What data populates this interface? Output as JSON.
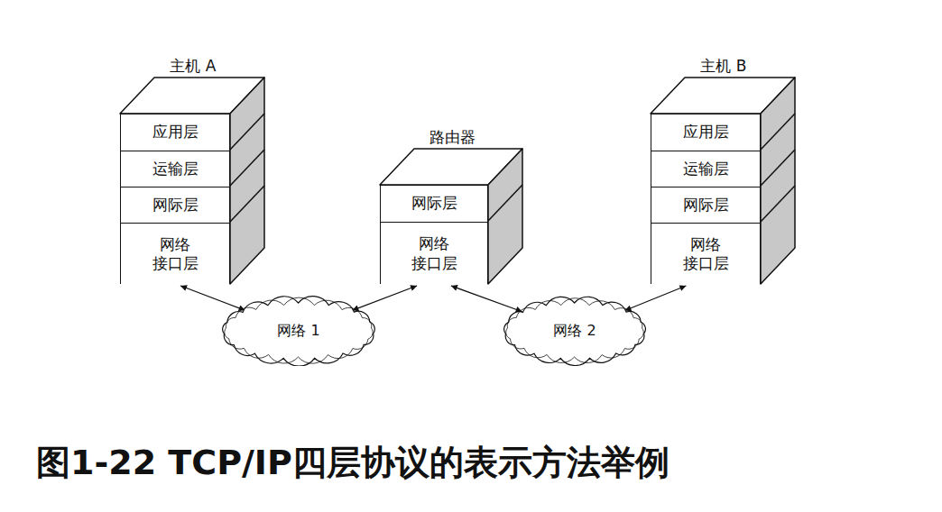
{
  "diagram": {
    "caption": "图1-22 TCP/IP四层协议的表示方法举例",
    "nodes": [
      {
        "text": [
          "主机 A"
        ]
      },
      {
        "text": [
          "应用层"
        ],
        "in": 0
      },
      {
        "text": [
          "运输层"
        ],
        "in": 0
      },
      {
        "text": [
          "网际层"
        ],
        "in": 0
      },
      {
        "text": [
          "网络 接口层"
        ],
        "in": 0
      },
      {
        "text": [
          "路由器"
        ]
      },
      {
        "text": [
          "网际层"
        ],
        "in": 5
      },
      {
        "text": [
          "网络 接口层"
        ],
        "in": 5
      },
      {
        "text": [
          "主机 B"
        ]
      },
      {
        "text": [
          "应用层"
        ],
        "in": 8
      },
      {
        "text": [
          "运输层"
        ],
        "in": 8
      },
      {
        "text": [
          "网际层"
        ],
        "in": 8
      },
      {
        "text": [
          "网络 接口层"
        ],
        "in": 8
      },
      {
        "text": [
          "网络 1"
        ]
      },
      {
        "text": [
          "网络 2"
        ]
      }
    ],
    "edges": [
      {
        "from": 4,
        "to": 13,
        "arrow": "both"
      },
      {
        "from": 13,
        "to": 7,
        "arrow": "both"
      },
      {
        "from": 7,
        "to": 14,
        "arrow": "both"
      },
      {
        "from": 14,
        "to": 12,
        "arrow": "both"
      }
    ]
  }
}
